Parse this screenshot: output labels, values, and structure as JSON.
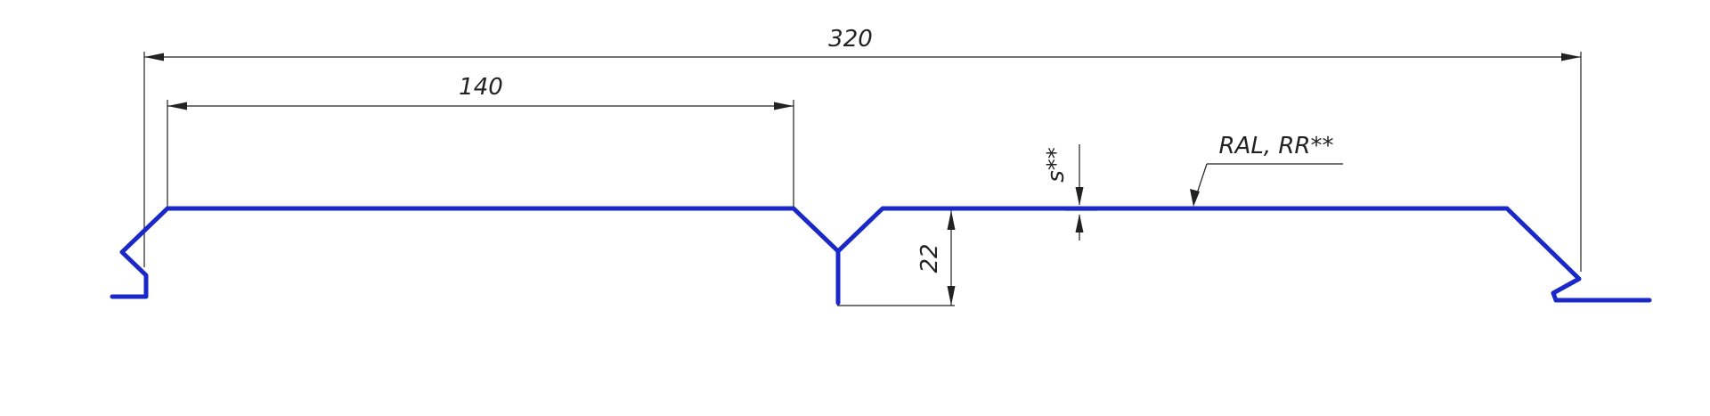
{
  "diagram": {
    "dimensions": {
      "total_width": "320",
      "flat_width": "140",
      "height": "22",
      "thickness": "s**",
      "coating": "RAL, RR**"
    },
    "colors": {
      "profile": "#1a28c8",
      "lines": "#222222"
    }
  }
}
